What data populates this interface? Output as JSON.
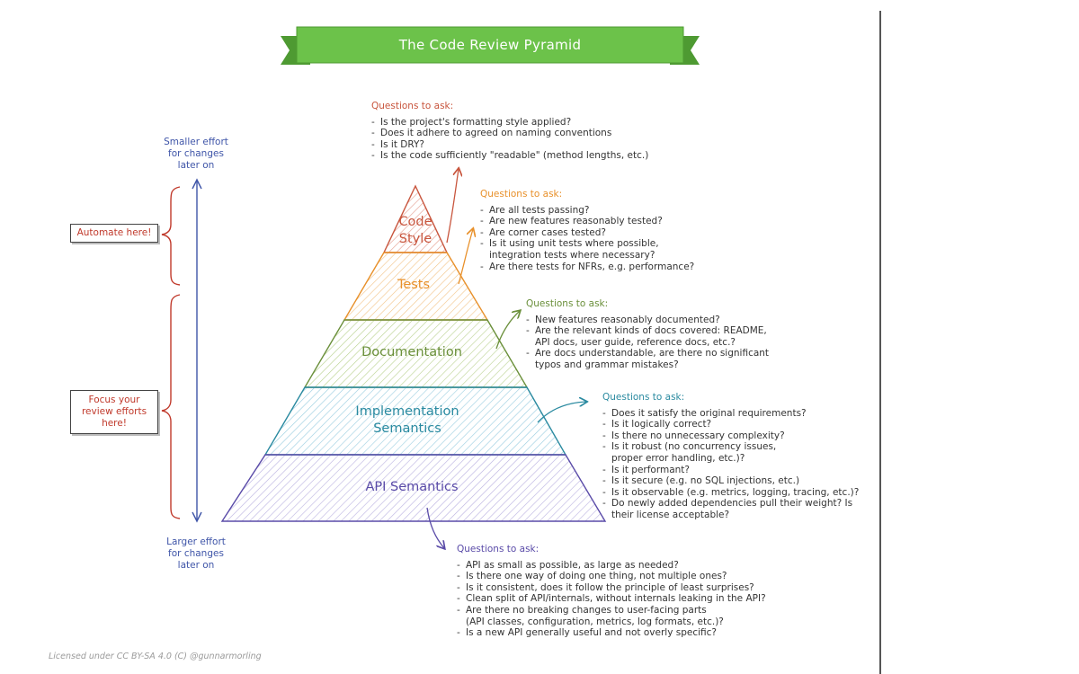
{
  "title": "The Code Review Pyramid",
  "colors": {
    "banner": "#6cc24a",
    "code_style": "#c8553d",
    "tests": "#e8902a",
    "documentation": "#6a8f3a",
    "implementation": "#2a8aa0",
    "api": "#5a4ba8",
    "side_text": "#3f55a8",
    "note_text": "#c0392b"
  },
  "layers": [
    {
      "label": "Code\nStyle"
    },
    {
      "label": "Tests"
    },
    {
      "label": "Documentation"
    },
    {
      "label": "Implementation\nSemantics"
    },
    {
      "label": "API Semantics"
    }
  ],
  "questions": {
    "code_style": {
      "heading": "Questions to ask:",
      "items": [
        "Is the project's formatting style applied?",
        "Does it adhere to agreed on naming conventions",
        "Is it DRY?",
        "Is the code sufficiently \"readable\" (method lengths, etc.)"
      ]
    },
    "tests": {
      "heading": "Questions to ask:",
      "items": [
        "Are all tests passing?",
        "Are new features reasonably tested?",
        "Are corner cases tested?",
        "Is it using unit tests where possible,\nintegration tests where necessary?",
        "Are there tests for NFRs, e.g. performance?"
      ]
    },
    "documentation": {
      "heading": "Questions to ask:",
      "items": [
        "New features reasonably documented?",
        "Are the relevant kinds of docs covered: README,\nAPI docs, user guide, reference docs, etc.?",
        "Are docs understandable, are there no significant\ntypos and grammar mistakes?"
      ]
    },
    "implementation": {
      "heading": "Questions to ask:",
      "items": [
        "Does it satisfy the original requirements?",
        "Is it logically correct?",
        "Is there no unnecessary complexity?",
        "Is it robust (no concurrency issues,\nproper error handling, etc.)?",
        "Is it performant?",
        "Is it secure (e.g. no SQL injections, etc.)",
        "Is it observable (e.g. metrics, logging, tracing, etc.)?",
        "Do newly added dependencies pull their weight? Is\ntheir license acceptable?"
      ]
    },
    "api": {
      "heading": "Questions to ask:",
      "items": [
        "API as small as possible, as large as needed?",
        "Is there one way of doing one thing, not multiple ones?",
        "Is it consistent, does it follow the principle of least surprises?",
        "Clean split of API/internals, without internals leaking in the API?",
        "Are there no breaking changes to user-facing parts\n(API classes, configuration, metrics, log formats, etc.)?",
        "Is a new API generally useful and not overly specific?"
      ]
    }
  },
  "side": {
    "top_label": "Smaller effort\nfor changes\nlater on",
    "bottom_label": "Larger effort\nfor changes\nlater on",
    "automate_note": "Automate here!",
    "focus_note": "Focus your\nreview efforts\nhere!"
  },
  "license": "Licensed under CC BY-SA 4.0 (C) @gunnarmorling"
}
